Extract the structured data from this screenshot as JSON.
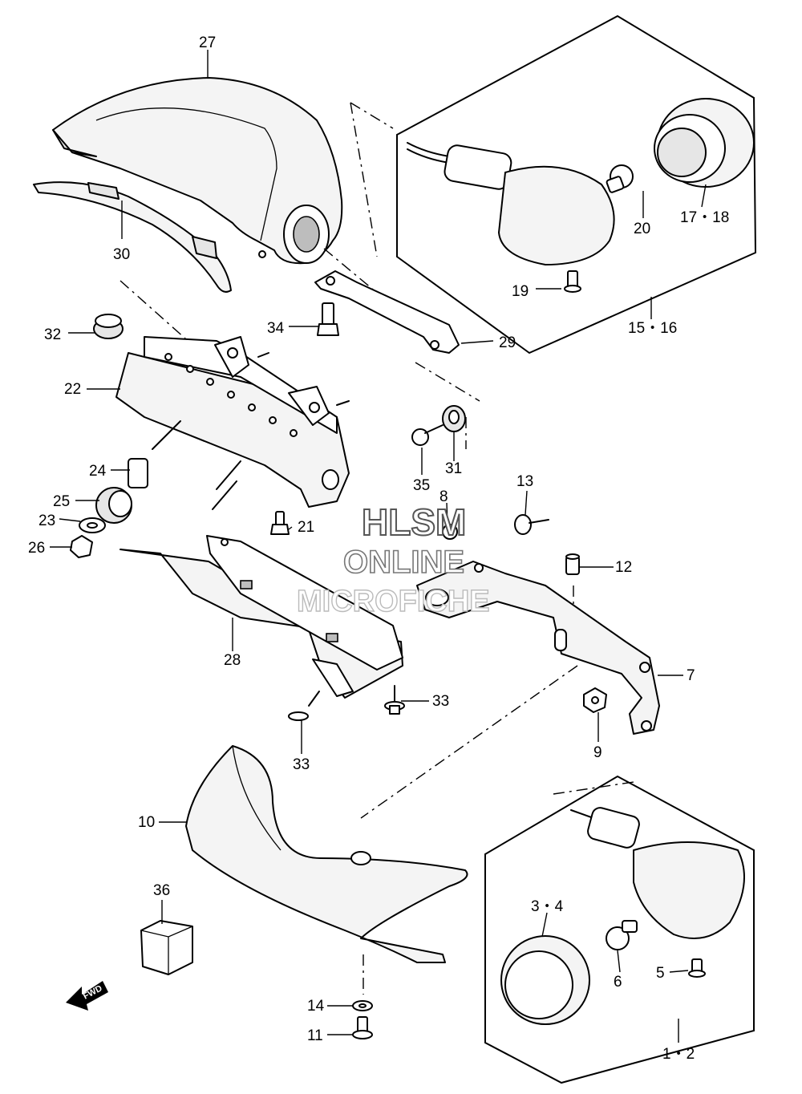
{
  "labels": {
    "l27": "27",
    "l30": "30",
    "l17_18": "17・18",
    "l20": "20",
    "l19": "19",
    "l15_16": "15・16",
    "l32": "32",
    "l34": "34",
    "l29": "29",
    "l22": "22",
    "l35": "35",
    "l31": "31",
    "l24": "24",
    "l25": "25",
    "l23": "23",
    "l26": "26",
    "l21": "21",
    "l8": "8",
    "l13": "13",
    "l12": "12",
    "l7": "7",
    "l9": "9",
    "l28": "28",
    "l33a": "33",
    "l33b": "33",
    "l10": "10",
    "l36": "36",
    "l3_4": "3・4",
    "l6": "6",
    "l5": "5",
    "l14": "14",
    "l11": "11",
    "l1_2": "1・2"
  },
  "watermark": {
    "line1": "HLSM",
    "line2": "ONLINE",
    "line3": "MICROFICHE"
  },
  "fwd_arrow": "FWD"
}
